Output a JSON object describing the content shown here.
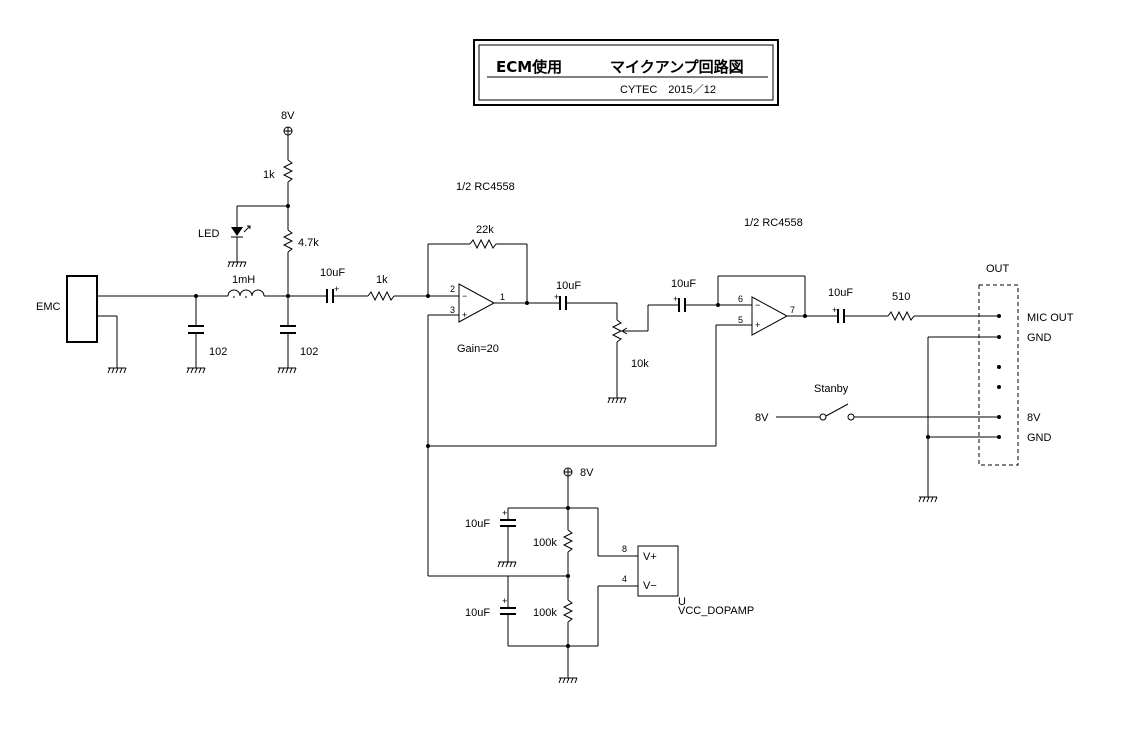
{
  "title": {
    "heading_left": "ECM使用",
    "heading_right": "マイクアンプ回路図",
    "sub": "CYTEC　2015／12"
  },
  "labels": {
    "emc": "EMC",
    "led": "LED",
    "v8_top": "8V",
    "r_1k_top": "1k",
    "r_4k7": "4.7k",
    "inductor": "1mH",
    "c_102_a": "102",
    "c_102_b": "102",
    "c_10uf_1": "10uF",
    "r_1k_in": "1k",
    "opamp1_title": "1/2 RC4558",
    "r_22k": "22k",
    "gain": "Gain=20",
    "c_10uf_2": "10uF",
    "pot_10k": "10k",
    "c_10uf_3": "10uF",
    "opamp2_title": "1/2 RC4558",
    "c_10uf_4": "10uF",
    "r_510": "510",
    "out": "OUT",
    "mic_out": "MIC OUT",
    "gnd_1": "GND",
    "v8_out": "8V",
    "gnd_2": "GND",
    "stanby": "Stanby",
    "v8_switch": "8V",
    "v8_supply": "8V",
    "c_10uf_5": "10uF",
    "r_100k_a": "100k",
    "c_10uf_6": "10uF",
    "r_100k_b": "100k",
    "vcc_u": "U",
    "vcc_name": "VCC_DOPAMP",
    "vplus": "V+",
    "vminus": "V−",
    "pin8": "8",
    "pin4": "4",
    "pin_op1_2": "2",
    "pin_op1_3": "3",
    "pin_op1_1": "1",
    "pin_op2_6": "6",
    "pin_op2_5": "5",
    "pin_op2_7": "7",
    "minus": "−",
    "plus": "+"
  }
}
